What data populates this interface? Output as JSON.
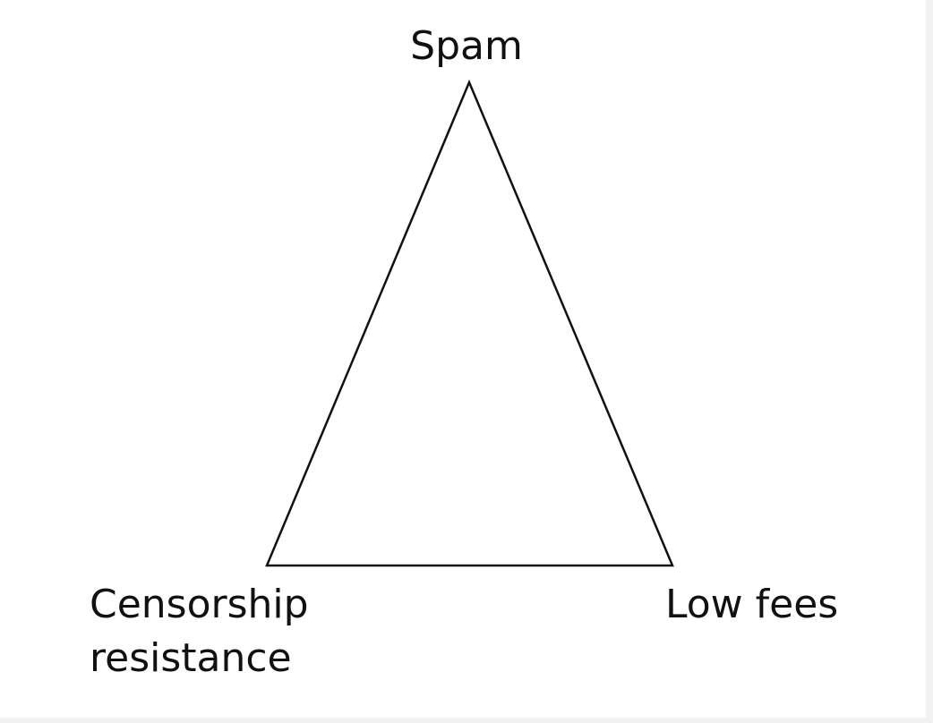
{
  "diagram": {
    "type": "triangle",
    "vertices": {
      "top": {
        "label": "Spam"
      },
      "bottom_left": {
        "label_lines": [
          "Censorship",
          "resistance"
        ]
      },
      "bottom_right": {
        "label": "Low fees"
      }
    },
    "colors": {
      "stroke": "#111111",
      "text": "#111111",
      "background": "#ffffff"
    }
  }
}
